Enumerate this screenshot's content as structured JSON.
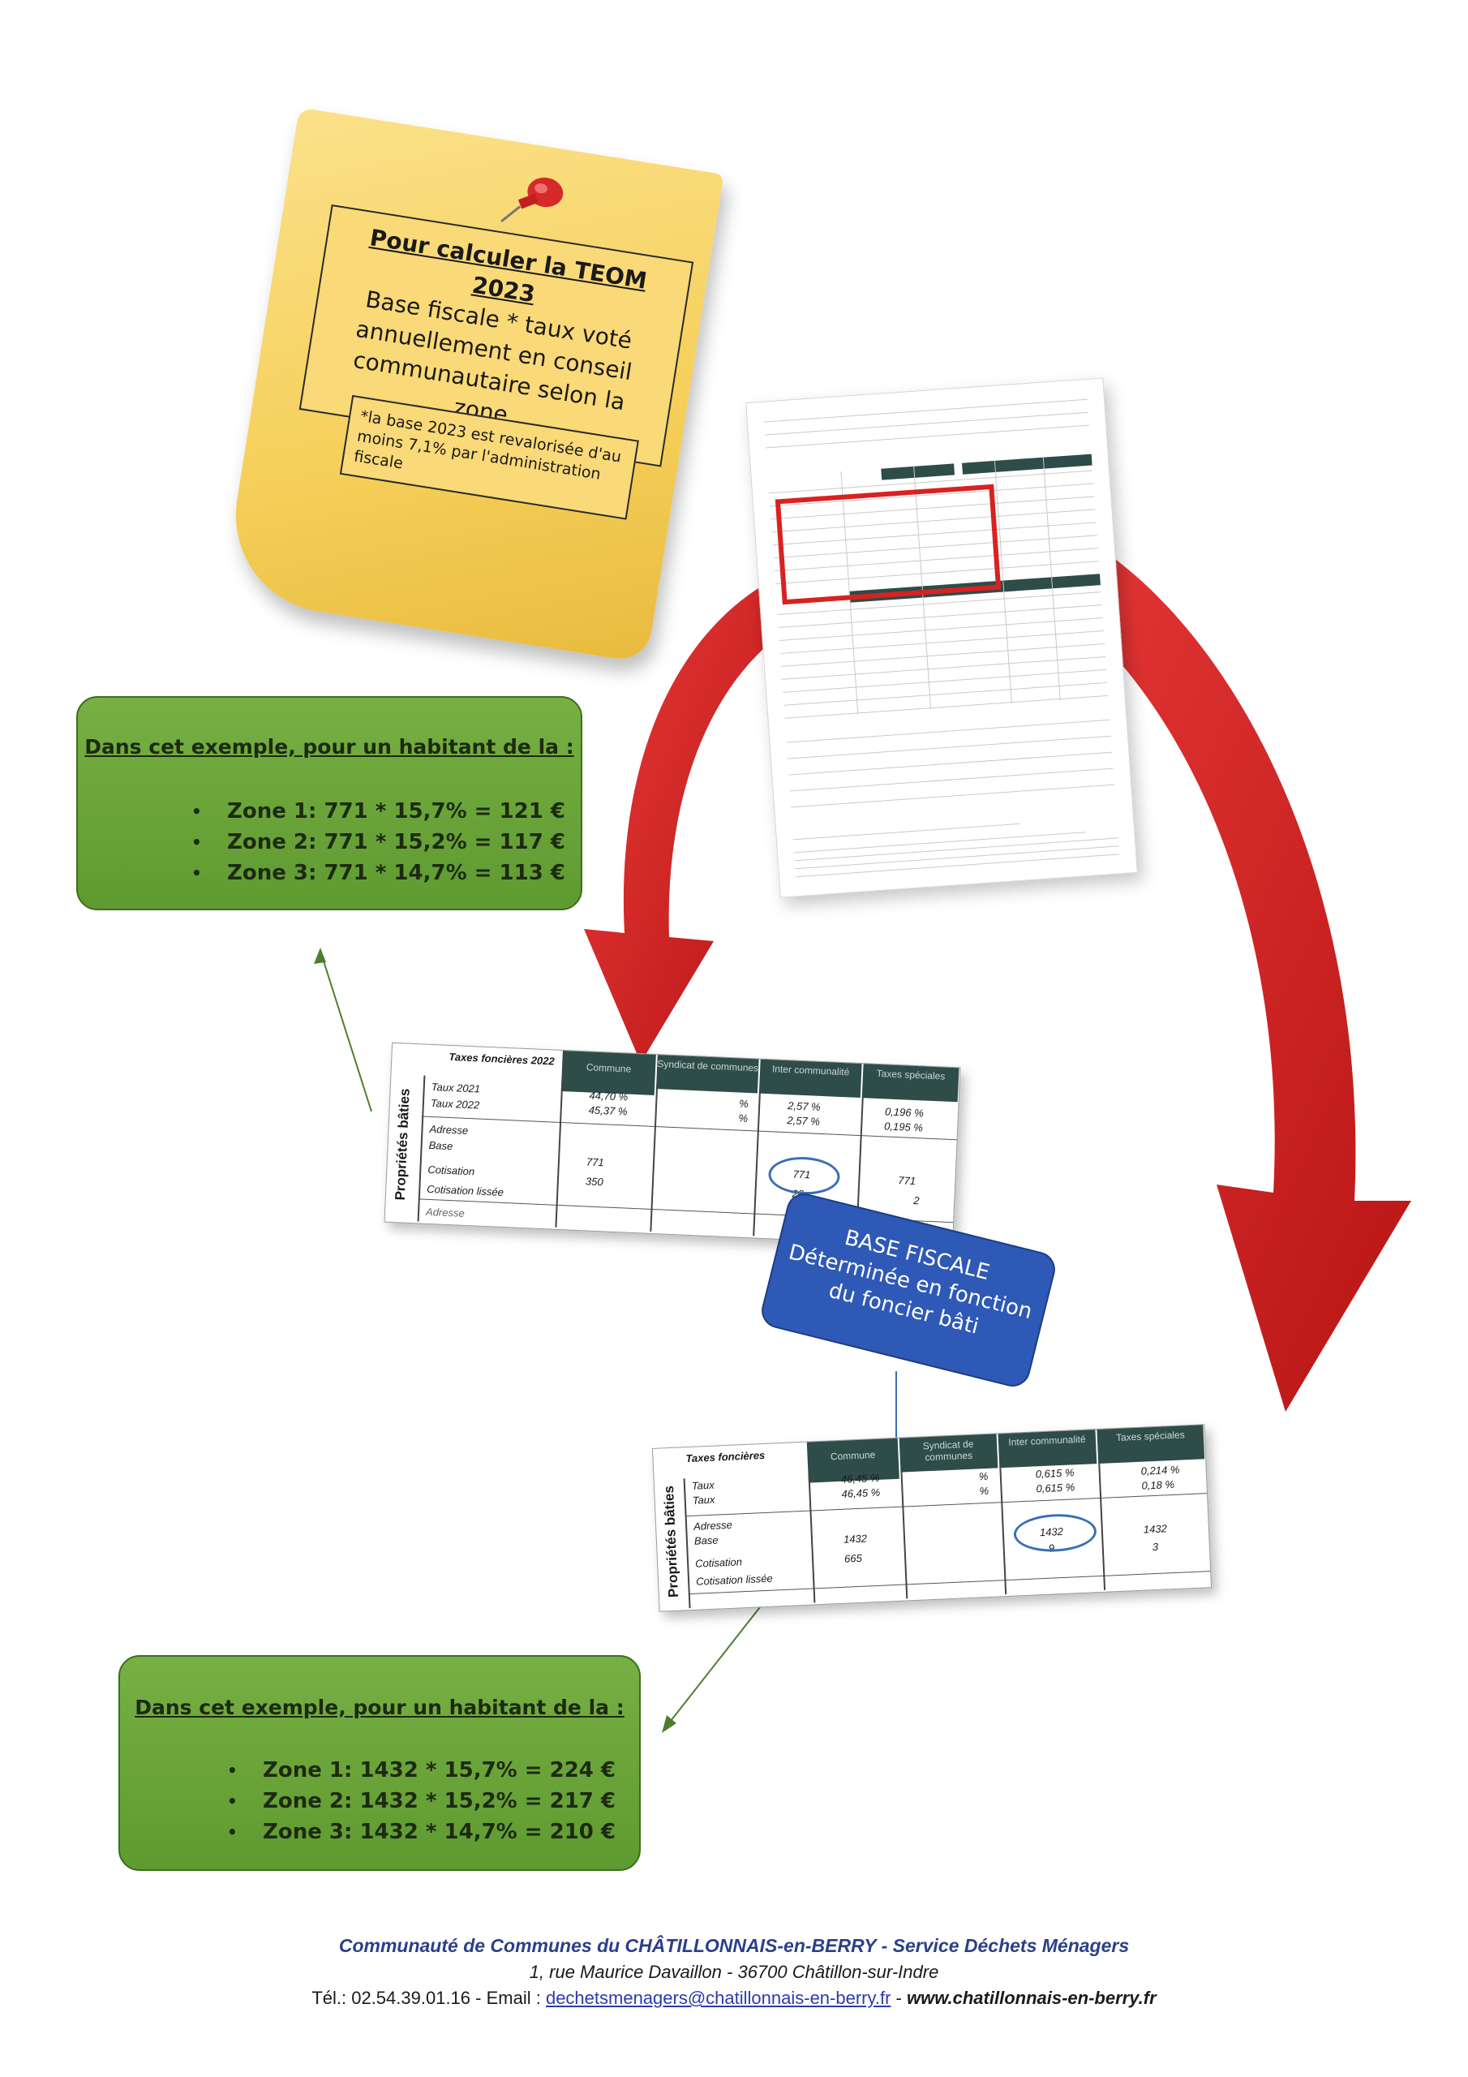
{
  "note": {
    "title": "Pour calculer la TEOM 2023",
    "line1": "Base fiscale * taux voté",
    "line2": "annuellement en conseil",
    "line3": "communautaire selon la zone.",
    "footnote": "*la base 2023 est revalorisée d'au moins 7,1% par l'administration fiscale"
  },
  "example1": {
    "title": "Dans cet exemple, pour un habitant de la :",
    "items": [
      "Zone 1: 771 * 15,7% = 121 €",
      "Zone 2: 771 * 15,2% = 117 €",
      "Zone 3: 771 * 14,7% = 113 €"
    ]
  },
  "example2": {
    "title": "Dans cet exemple, pour un habitant de la :",
    "items": [
      "Zone 1: 1432 * 15,7% = 224 €",
      "Zone 2: 1432 * 15,2% = 217 €",
      "Zone 3: 1432 * 14,7% = 210 €"
    ]
  },
  "blue_box": {
    "line1": "BASE FISCALE",
    "line2": "Déterminée en fonction",
    "line3": "du foncier bâti"
  },
  "table1": {
    "title": "Taxes foncières 2022",
    "side": "Propriétés bâties",
    "headers": [
      "Commune",
      "Syndicat de communes",
      "Inter communalité",
      "Taxes spéciales"
    ],
    "rows": [
      "Taux 2021",
      "Taux 2022",
      "Adresse",
      "Base",
      "Cotisation",
      "Cotisation lissée"
    ],
    "commune": [
      "44,70 %",
      "45,37 %",
      "771",
      "350"
    ],
    "syndicat": [
      "%",
      "%"
    ],
    "inter": [
      "2,57 %",
      "2,57 %",
      "771",
      "20"
    ],
    "speciales": [
      "0,196 %",
      "0,195 %",
      "771",
      "2"
    ],
    "bottom": "Adresse"
  },
  "table2": {
    "title": "Taxes foncières",
    "side": "Propriétés bâties",
    "headers": [
      "Commune",
      "Syndicat de communes",
      "Inter communalité",
      "Taxes spéciales"
    ],
    "rows": [
      "Taux",
      "Taux",
      "Adresse",
      "Base",
      "Cotisation",
      "Cotisation lissée"
    ],
    "commune": [
      "46,45 %",
      "46,45 %",
      "1432",
      "665"
    ],
    "syndicat": [
      "%",
      "%"
    ],
    "inter": [
      "0,615 %",
      "0,615 %",
      "1432",
      "9"
    ],
    "speciales": [
      "0,214 %",
      "0,18 %",
      "1432",
      "3"
    ]
  },
  "footer": {
    "org": "Communauté de Communes du CHÂTILLONNAIS-en-BERRY - Service Déchets Ménagers",
    "address": "1, rue Maurice Davaillon - 36700 Châtillon-sur-Indre",
    "phone": "Tél.: 02.54.39.01.16 - Email :",
    "email": "dechetsmenagers@chatillonnais-en-berry.fr",
    "sep": "-",
    "website": "www.chatillonnais-en-berry.fr"
  },
  "colors": {
    "note": "#f5cf59",
    "green": "#6aa53a",
    "blue": "#2e59b7",
    "arrow": "#d82222",
    "header": "#2e4c48"
  }
}
